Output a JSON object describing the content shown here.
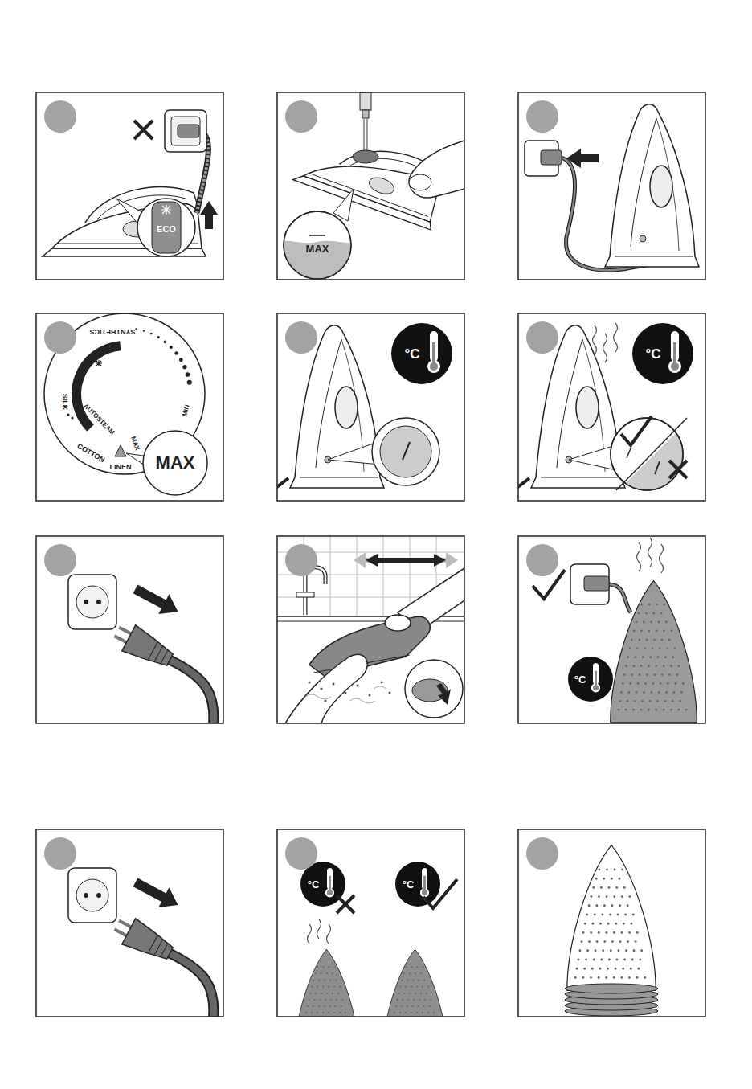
{
  "diagram": {
    "labels": [
      "ECO",
      "MAX",
      "SYNTHETICS",
      "SILK",
      "AUTOSTEAM",
      "MAX",
      "COTTON",
      "LINEN",
      "MIN",
      "MAX",
      "°C",
      "°C",
      "°C",
      "°C",
      "°C"
    ]
  }
}
